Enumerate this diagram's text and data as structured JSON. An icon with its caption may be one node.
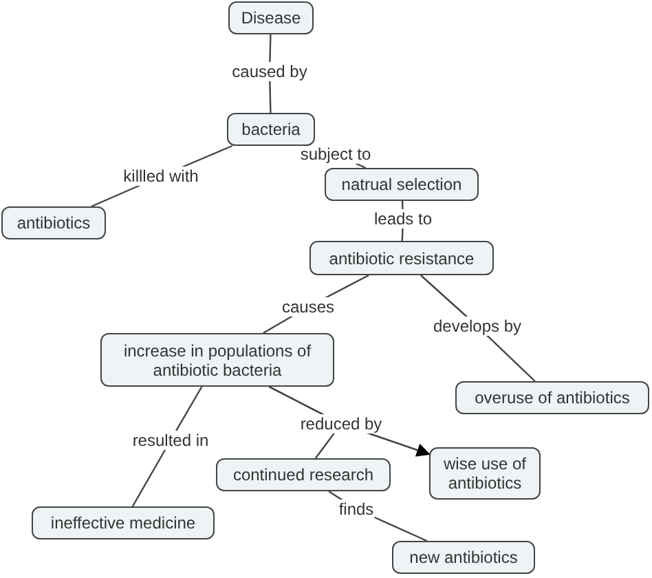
{
  "diagram": {
    "nodes": [
      {
        "text": [
          "Disease"
        ]
      },
      {
        "text": [
          "bacteria"
        ]
      },
      {
        "text": [
          "antibiotics"
        ]
      },
      {
        "text": [
          "natrual selection"
        ]
      },
      {
        "text": [
          "antibiotic resistance"
        ]
      },
      {
        "text": [
          "increase in populations of antibiotic bacteria"
        ]
      },
      {
        "text": [
          "overuse of antibiotics"
        ]
      },
      {
        "text": [
          "ineffective medicine"
        ]
      },
      {
        "text": [
          "continued research"
        ]
      },
      {
        "text": [
          "wise use of antibiotics"
        ]
      },
      {
        "text": [
          "new antibiotics"
        ]
      }
    ],
    "edges": [
      {
        "from": 0,
        "to": 1,
        "arrow": "none",
        "label": "caused by"
      },
      {
        "from": 1,
        "to": 2,
        "arrow": "none",
        "label": "killled with"
      },
      {
        "from": 1,
        "to": 3,
        "arrow": "none",
        "label": "subject to"
      },
      {
        "from": 3,
        "to": 4,
        "arrow": "none",
        "label": "leads to"
      },
      {
        "from": 4,
        "to": 5,
        "arrow": "none",
        "label": "causes"
      },
      {
        "from": 4,
        "to": 6,
        "arrow": "none",
        "label": "develops by"
      },
      {
        "from": 5,
        "to": 7,
        "arrow": "none",
        "label": "resulted in"
      },
      {
        "from": 5,
        "to": 8,
        "arrow": "none"
      },
      {
        "from": 5,
        "to": 9,
        "arrow": "to",
        "label": "reduced by"
      },
      {
        "from": 8,
        "to": 10,
        "arrow": "none",
        "label": "finds"
      }
    ]
  }
}
